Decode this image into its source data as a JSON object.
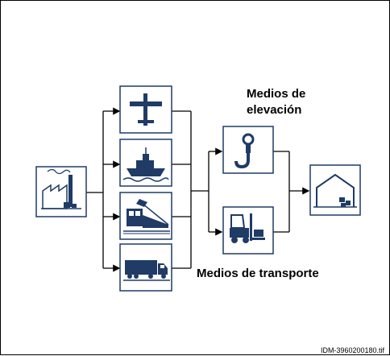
{
  "labels": {
    "lifting_title_line1": "Medios de",
    "lifting_title_line2": "elevación",
    "transport_title": "Medios de transporte",
    "image_id": "IDM-3960200180.tif"
  },
  "colors": {
    "box_border": "#1f3b66",
    "icon": "#1f3b66",
    "line": "#000000"
  },
  "nodes": [
    {
      "id": "factory",
      "icon": "factory-icon"
    },
    {
      "id": "airplane",
      "icon": "airplane-icon"
    },
    {
      "id": "ship",
      "icon": "ship-icon"
    },
    {
      "id": "train",
      "icon": "train-icon"
    },
    {
      "id": "truck",
      "icon": "truck-icon"
    },
    {
      "id": "crane-hook",
      "icon": "crane-hook-icon"
    },
    {
      "id": "forklift",
      "icon": "forklift-icon"
    },
    {
      "id": "warehouse",
      "icon": "warehouse-icon"
    }
  ]
}
